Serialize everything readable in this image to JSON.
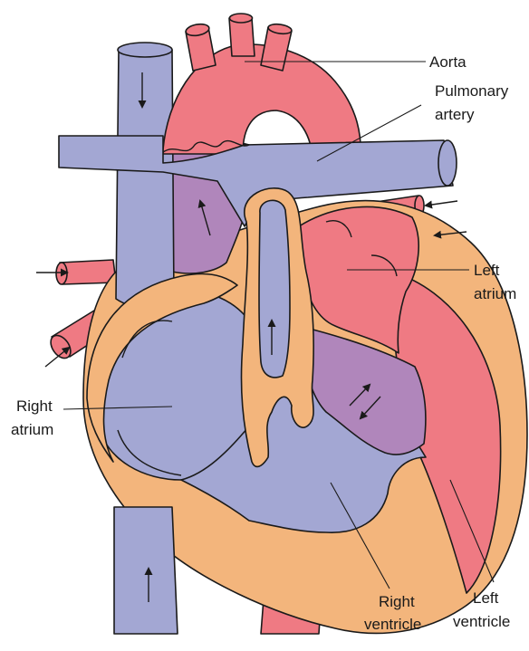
{
  "colors": {
    "oxygenated": "#ef7a83",
    "deoxygenated": "#a3a7d3",
    "mixed": "#b086bb",
    "muscle": "#f3b57c",
    "outline": "#1a1a1a",
    "background": "#ffffff"
  },
  "labels": {
    "aorta": "Aorta",
    "pulmonary_line1": "Pulmonary",
    "pulmonary_line2": "artery",
    "left_atrium_line1": "Left",
    "left_atrium_line2": "atrium",
    "right_atrium_line1": "Right",
    "right_atrium_line2": "atrium",
    "right_ventricle_line1": "Right",
    "right_ventricle_line2": "ventricle",
    "left_ventricle_line1": "Left",
    "left_ventricle_line2": "ventricle"
  },
  "icons": {
    "flow_arrow": "arrow-icon"
  }
}
